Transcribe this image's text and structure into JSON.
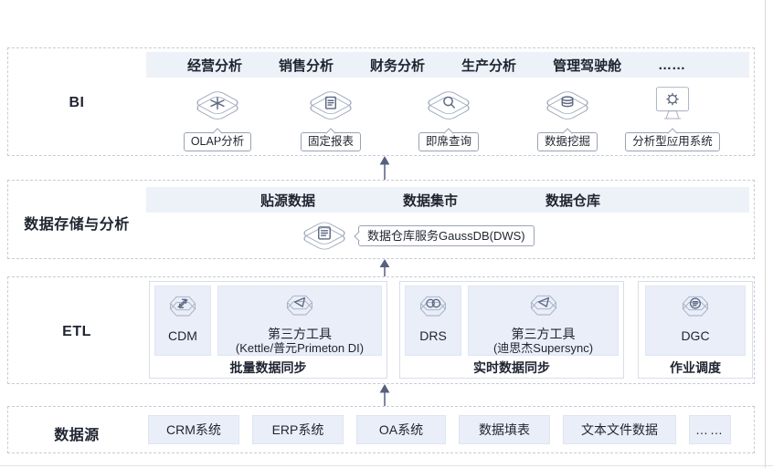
{
  "diagram": {
    "bi": {
      "label": "BI",
      "menu": [
        "经营分析",
        "销售分析",
        "财务分析",
        "生产分析",
        "管理驾驶舱",
        "……"
      ],
      "tools": [
        {
          "label": "OLAP分析"
        },
        {
          "label": "固定报表"
        },
        {
          "label": "即席查询"
        },
        {
          "label": "数据挖掘"
        },
        {
          "label": "分析型应用系统"
        }
      ]
    },
    "storage": {
      "label": "数据存储与分析",
      "menu": [
        "贴源数据",
        "数据集市",
        "数据仓库"
      ],
      "service_label": "数据仓库服务GaussDB(DWS)"
    },
    "etl": {
      "label": "ETL",
      "groups": [
        {
          "label": "批量数据同步",
          "items": [
            {
              "label": "CDM"
            },
            {
              "label": "第三方工具",
              "sublabel": "(Kettle/普元Primeton DI)"
            }
          ]
        },
        {
          "label": "实时数据同步",
          "items": [
            {
              "label": "DRS"
            },
            {
              "label": "第三方工具",
              "sublabel": "(迪思杰Supersync)"
            }
          ]
        },
        {
          "label": "作业调度",
          "items": [
            {
              "label": "DGC"
            }
          ]
        }
      ]
    },
    "source": {
      "label": "数据源",
      "items": [
        "CRM系统",
        "ERP系统",
        "OA系统",
        "数据填表",
        "文本文件数据",
        "……"
      ]
    },
    "colors": {
      "panel_fill": "#edf1f8",
      "box_fill": "#e9eef9",
      "dashed_border": "#c6ccd8",
      "arrow": "#55617e",
      "text": "#1f2430"
    }
  }
}
